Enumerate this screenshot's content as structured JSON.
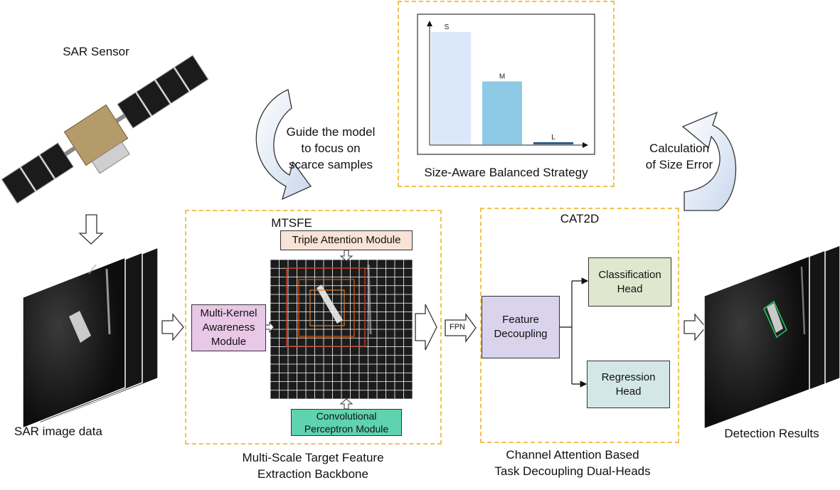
{
  "sar_sensor_label": "SAR Sensor",
  "sar_image_label": "SAR image data",
  "guide_text": [
    "Guide the model",
    "to focus on",
    "scarce samples"
  ],
  "size_strategy": {
    "caption": "Size-Aware Balanced Strategy",
    "bars": [
      {
        "label": "S",
        "value": 1.0,
        "color": "#dbe8fb"
      },
      {
        "label": "M",
        "value": 0.56,
        "color": "#8ecae6"
      },
      {
        "label": "L",
        "value": 0.02,
        "color": "#2f5d8a"
      }
    ]
  },
  "size_error_text": [
    "Calculation",
    "of Size Error"
  ],
  "mtsfe": {
    "title": "MTSFE",
    "triple_attention": "Triple Attention Module",
    "multi_kernel": [
      "Multi-Kernel",
      "Awareness",
      "Module"
    ],
    "conv_perceptron": [
      "Convolutional",
      "Perceptron Module"
    ],
    "caption": [
      "Multi-Scale Target Feature",
      "Extraction Backbone"
    ]
  },
  "fpn_label": "FPN",
  "cat2d": {
    "title": "CAT2D",
    "feature_decoupling": [
      "Feature",
      "Decoupling"
    ],
    "classification_head": [
      "Classification",
      "Head"
    ],
    "regression_head": [
      "Regression",
      "Head"
    ],
    "caption": [
      "Channel Attention Based",
      "Task Decoupling Dual-Heads"
    ]
  },
  "detection_label": "Detection Results",
  "colors": {
    "dash_border": "#f0c24a",
    "triple_attention_fill": "#f8e3d6",
    "multi_kernel_fill": "#e8c8e6",
    "conv_perceptron_fill": "#5fd3b0",
    "feature_decoupling_fill": "#d9d3ec",
    "classification_fill": "#dfe8cf",
    "regression_fill": "#d3e7e6"
  }
}
